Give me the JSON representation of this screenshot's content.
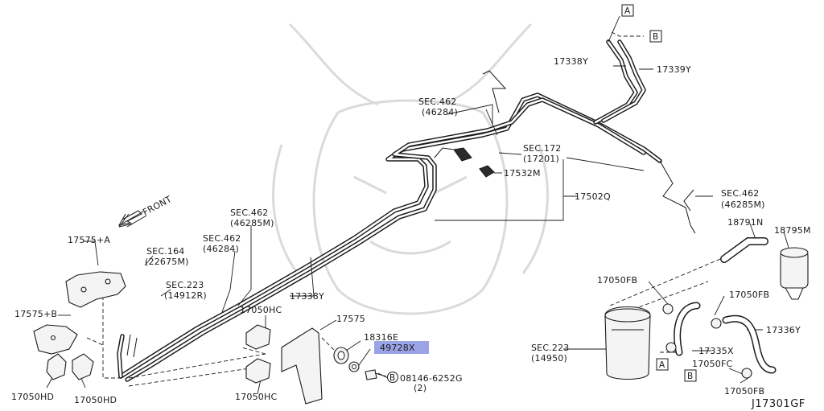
{
  "diagram_id": "J17301GF",
  "labels": {
    "front": "FRONT",
    "p17575_a": "17575+A",
    "p17575_b": "17575+B",
    "p17050hd_1": "17050HD",
    "p17050hd_2": "17050HD",
    "sec164": "SEC.164",
    "sec164_ref": "(22675M)",
    "sec223_left": "SEC.223",
    "sec223_left_ref": "(14912R)",
    "sec462_a": "SEC.462",
    "sec462_a_ref": "(46285M)",
    "sec462_b": "SEC.462",
    "sec462_b_ref": "(46284)",
    "sec462_c": "SEC.462",
    "sec462_c_ref": "(46284)",
    "sec462_d": "SEC.462",
    "sec462_d_ref": "(46285M)",
    "sec172": "SEC.172",
    "sec172_ref": "(17201)",
    "sec223_right": "SEC.223",
    "sec223_right_ref": "(14950)",
    "p17338y_mid": "17338Y",
    "p17338y_top": "17338Y",
    "p17339y": "17339Y",
    "p17532m": "17532M",
    "p17502q": "17502Q",
    "p17050hc_1": "17050HC",
    "p17050hc_2": "17050HC",
    "p17575": "17575",
    "p18316e": "18316E",
    "p49728x": "49728X",
    "bolt_code": "08146-6252G",
    "bolt_symbol": "B",
    "bolt_qty": "(2)",
    "p18791n": "18791N",
    "p18795m": "18795M",
    "p17050fb_1": "17050FB",
    "p17050fb_2": "17050FB",
    "p17050fb_3": "17050FB",
    "p17050fc": "17050FC",
    "p17335x": "17335X",
    "p17336y": "17336Y",
    "ref_a": "A",
    "ref_b": "B"
  },
  "highlight": {
    "part": "49728X",
    "color": "#9aa3e6"
  },
  "colors": {
    "line": "#1a1a1a",
    "background": "#ffffff",
    "watermark": "#d7d7d7"
  }
}
